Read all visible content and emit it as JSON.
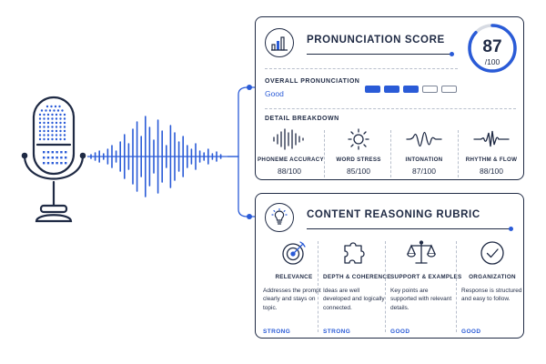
{
  "colors": {
    "accent": "#2a5bd7",
    "ink": "#1f2a44",
    "muted": "#b8bfcc"
  },
  "pronunciation": {
    "title": "PRONUNCIATION SCORE",
    "score": "87",
    "score_den": "/100",
    "score_fraction": 0.87,
    "overall_label": "OVERALL PRONUNCIATION",
    "overall_value": "Good",
    "meter_filled": 3,
    "meter_total": 5,
    "breakdown_label": "DETAIL BREAKDOWN",
    "metrics": [
      {
        "label": "PHONEME ACCURACY",
        "value": "88/100",
        "icon": "waveform-bars-icon"
      },
      {
        "label": "WORD STRESS",
        "value": "85/100",
        "icon": "sun-burst-icon"
      },
      {
        "label": "INTONATION",
        "value": "87/100",
        "icon": "wave-curve-icon"
      },
      {
        "label": "RHYTHM & FLOW",
        "value": "88/100",
        "icon": "pulse-wave-icon"
      }
    ]
  },
  "rubric": {
    "title": "CONTENT REASONING RUBRIC",
    "items": [
      {
        "title": "RELEVANCE",
        "desc": "Addresses the prompt clearly and stays on topic.",
        "level": "STRONG",
        "icon": "target-icon"
      },
      {
        "title": "DEPTH & COHERENCE",
        "desc": "Ideas are well developed and logically connected.",
        "level": "STRONG",
        "icon": "puzzle-icon"
      },
      {
        "title": "SUPPORT & EXAMPLES",
        "desc": "Key points are supported with relevant details.",
        "level": "GOOD",
        "icon": "scales-icon"
      },
      {
        "title": "ORGANIZATION",
        "desc": "Response is structured and easy to follow.",
        "level": "GOOD",
        "icon": "check-circle-icon"
      }
    ]
  }
}
